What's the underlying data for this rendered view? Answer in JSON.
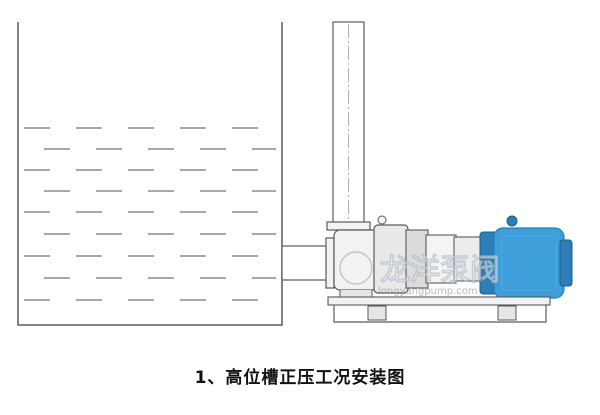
{
  "caption": "1、高位槽正压工况安装图",
  "watermark": {
    "brand_cn": "龙洋泵阀",
    "brand_url": "longyangpump.com"
  },
  "colors": {
    "outline": "#5a5a5a",
    "liquid_dash": "#8c8c8c",
    "pump_metal_light": "#f2f2f2",
    "pump_metal_mid": "#d6d6d6",
    "motor_blue": "#3d9ed9",
    "motor_blue_dark": "#2b7fb6",
    "background": "#ffffff"
  }
}
